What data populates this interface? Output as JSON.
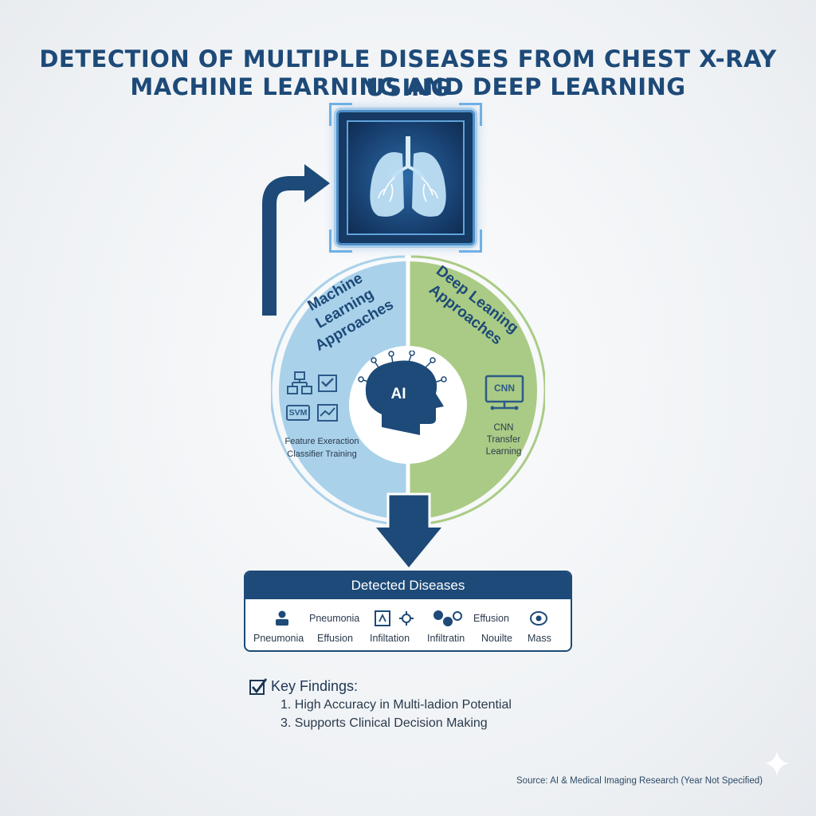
{
  "title": {
    "line1": "DETECTION OF MULTIPLE DISEASES FROM CHEST X-RAY USING",
    "line2": "MACHINE LEARNING AND DEEP LEARNING"
  },
  "colors": {
    "navy": "#1d4a78",
    "ml_blue": "#a9d1ea",
    "dl_green": "#aacb85"
  },
  "ml": {
    "heading_line1": "Machine Learning",
    "heading_line2": "Approaches",
    "icon_svm": "SVM",
    "caption_line1": "Feature Exeraction",
    "caption_line2": "Classifier Training"
  },
  "dl": {
    "heading_line1": "Deep Leaning",
    "heading_line2": "Approaches",
    "icon_cnn": "CNN",
    "caption_line1": "CNN",
    "caption_line2": "Transfer",
    "caption_line3": "Learning"
  },
  "center": {
    "label": "AI"
  },
  "panel": {
    "title": "Detected Diseases",
    "top_row": [
      "Pneumonia",
      "Effusion"
    ],
    "bottom_row": [
      "Pneumonia",
      "Effusion",
      "Infiltation",
      "Infiltratin",
      "Nouilte",
      "Mass"
    ]
  },
  "findings": {
    "title": "Key Findings:",
    "items": [
      "1. High Accuracy in Multi-ladion Potential",
      "3. Supports Clinical Decision Making"
    ]
  },
  "source": "Source: AI & Medical Imaging Research (Year Not Specified)"
}
